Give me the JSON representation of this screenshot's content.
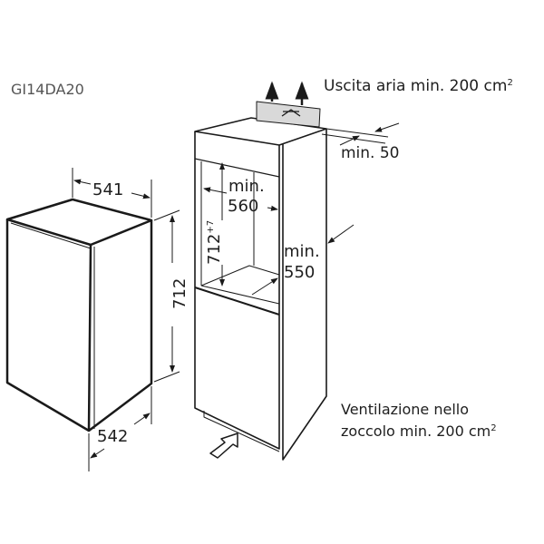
{
  "model": "GI14DA20",
  "appliance_dimensions": {
    "width": "541",
    "height": "712",
    "depth": "542"
  },
  "niche_dimensions": {
    "height": "712",
    "height_tolerance": "+7",
    "width_label": "min.",
    "width": "560",
    "depth_label": "min.",
    "depth": "550",
    "top_gap": "min. 50"
  },
  "air_outlet": {
    "text": "Uscita aria min. 200 cm",
    "sup": "2"
  },
  "plinth_ventilation": {
    "line1": "Ventilazione nello",
    "line2": "zoccolo min. 200 cm",
    "sup": "2"
  },
  "colors": {
    "line": "#1a1a1a",
    "vent_panel": "#d9d9d9"
  }
}
